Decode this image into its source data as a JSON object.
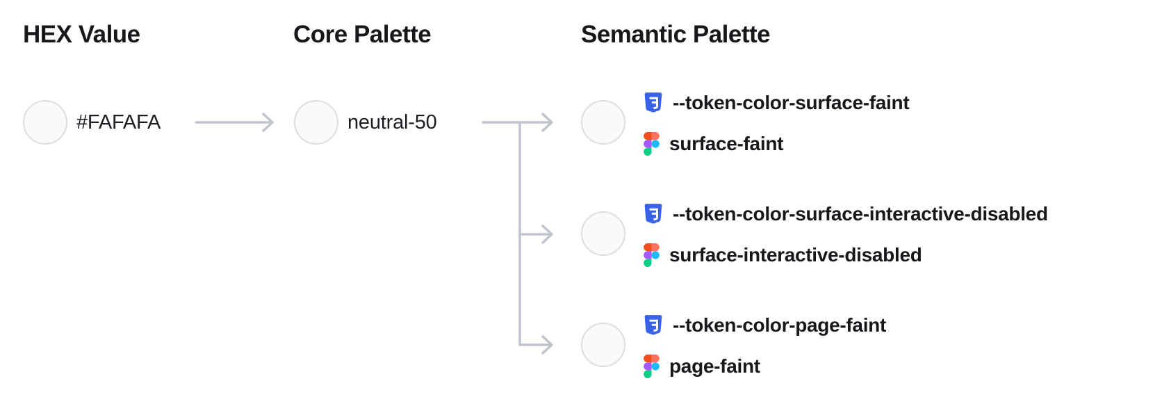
{
  "diagram": {
    "hex_column": {
      "title": "HEX Value",
      "swatch_color": "#FAFAFA",
      "label": "#FAFAFA"
    },
    "core_column": {
      "title": "Core Palette",
      "swatch_color": "#FAFAFA",
      "label": "neutral-50"
    },
    "semantic_column": {
      "title": "Semantic Palette",
      "tokens": [
        {
          "swatch_color": "#FAFAFA",
          "css_variable": "--token-color-surface-faint",
          "figma_name": "surface-faint"
        },
        {
          "swatch_color": "#FAFAFA",
          "css_variable": "--token-color-surface-interactive-disabled",
          "figma_name": "surface-interactive-disabled"
        },
        {
          "swatch_color": "#FAFAFA",
          "css_variable": "--token-color-page-faint",
          "figma_name": "page-faint"
        }
      ]
    },
    "icons": {
      "css_icon": "css3-shield-icon",
      "figma_icon": "figma-logo-icon"
    },
    "colors": {
      "background": "#FFFFFF",
      "text": "#16181C",
      "connector": "#C0C4CE",
      "swatch_fill": "#FAFAFA",
      "swatch_border": "#DBDDE5",
      "css_badge_blue": "#3A62E8",
      "figma_orange": "#F24E1E",
      "figma_salmon": "#FF7262",
      "figma_purple": "#A259FF",
      "figma_blue": "#1ABCFE",
      "figma_green": "#0ACF83"
    }
  }
}
